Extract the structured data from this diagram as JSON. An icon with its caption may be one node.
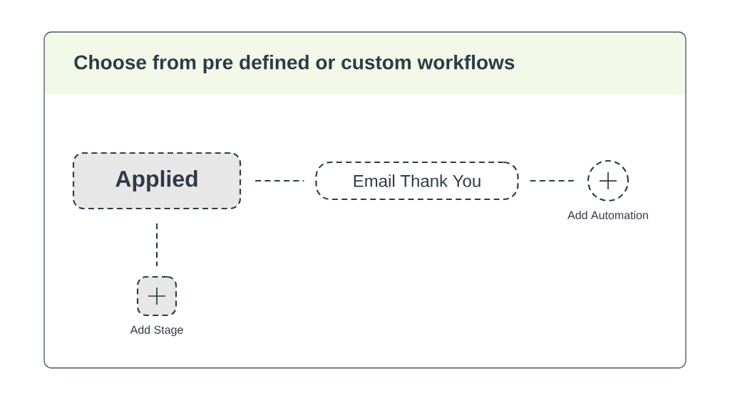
{
  "diagram": {
    "title": "Choose from pre defined or custom workflows",
    "nodes": [
      {
        "text": [
          "Applied"
        ]
      },
      {
        "text": [
          "Email Thank You"
        ]
      },
      {
        "text": [],
        "shape": "circle",
        "beside": [
          "Add Automation"
        ]
      },
      {
        "text": [],
        "shape": "box",
        "beside": [
          "Add Stage"
        ]
      }
    ],
    "edges": [
      {
        "from": 0,
        "to": 1,
        "arrow": "none",
        "style": "dashed"
      },
      {
        "from": 1,
        "to": 2,
        "arrow": "none",
        "style": "dashed"
      },
      {
        "from": 0,
        "to": 3,
        "arrow": "none",
        "style": "dashed"
      }
    ]
  }
}
